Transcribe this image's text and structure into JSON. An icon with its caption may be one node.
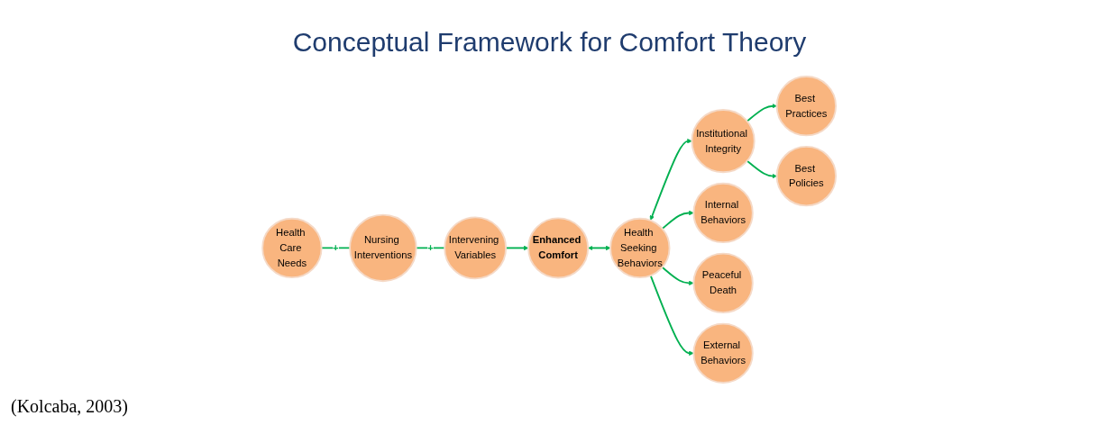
{
  "diagram": {
    "title": "Conceptual Framework for Comfort Theory",
    "caption": "(Kolcaba, 2003)",
    "nodes": [
      {
        "text": [
          "Health Care Needs"
        ]
      },
      {
        "text": [
          "Nursing Interventions"
        ]
      },
      {
        "text": [
          "Intervening Variables"
        ]
      },
      {
        "text": [
          "Enhanced Comfort"
        ]
      },
      {
        "text": [
          "Health Seeking Behaviors"
        ]
      },
      {
        "text": [
          "Institutional Integrity"
        ]
      },
      {
        "text": [
          "Best Practices"
        ]
      },
      {
        "text": [
          "Best Policies"
        ]
      },
      {
        "text": [
          "Internal Behaviors"
        ]
      },
      {
        "text": [
          "Peaceful Death"
        ]
      },
      {
        "text": [
          "External Behaviors"
        ]
      }
    ],
    "edges": [
      {
        "from": 0,
        "to": 1,
        "arrow": "none",
        "label": "+"
      },
      {
        "from": 1,
        "to": 2,
        "arrow": "none",
        "label": "+"
      },
      {
        "from": 2,
        "to": 3,
        "arrow": "to"
      },
      {
        "from": 3,
        "to": 4,
        "arrow": "both"
      },
      {
        "from": 4,
        "to": 5,
        "arrow": "both"
      },
      {
        "from": 5,
        "to": 6,
        "arrow": "to"
      },
      {
        "from": 5,
        "to": 7,
        "arrow": "to"
      },
      {
        "from": 4,
        "to": 8,
        "arrow": "to"
      },
      {
        "from": 4,
        "to": 9,
        "arrow": "to"
      },
      {
        "from": 4,
        "to": 10,
        "arrow": "to"
      }
    ]
  }
}
